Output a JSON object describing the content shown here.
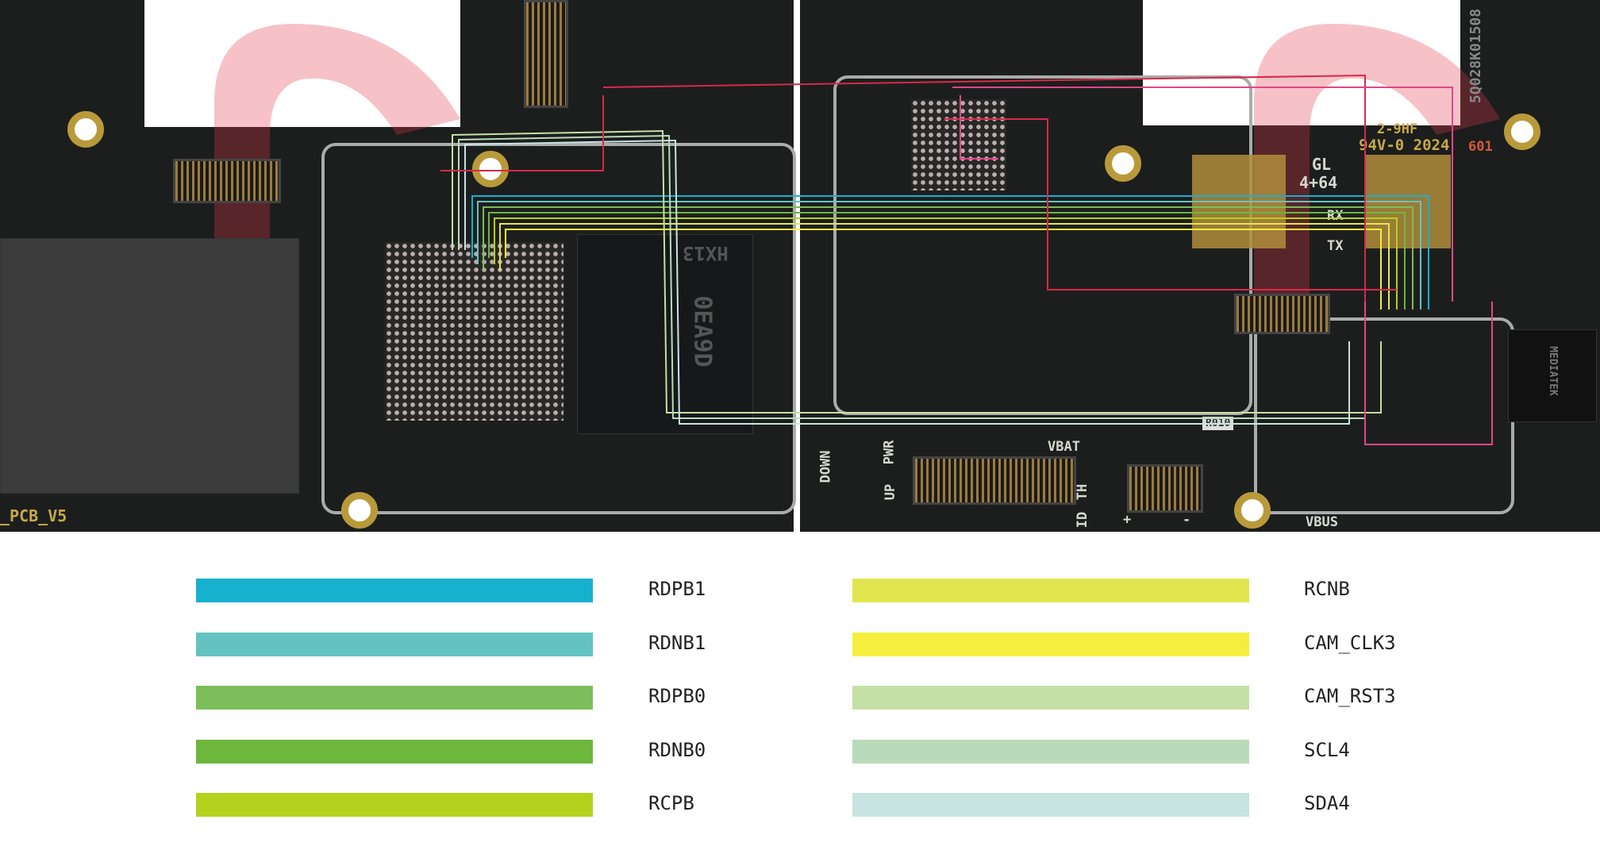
{
  "legend": [
    {
      "label": "RDPB1",
      "color": "#17b1d0"
    },
    {
      "label": "RDNB1",
      "color": "#64c3c2"
    },
    {
      "label": "RDPB0",
      "color": "#7bbe5a"
    },
    {
      "label": "RDNB0",
      "color": "#6db73d"
    },
    {
      "label": "RCPB",
      "color": "#b3d11d"
    },
    {
      "label": "RCNB",
      "color": "#e2e64e"
    },
    {
      "label": "CAM_CLK3",
      "color": "#f6ee3e"
    },
    {
      "label": "CAM_RST3",
      "color": "#c5e0a4"
    },
    {
      "label": "SCL4",
      "color": "#badbba"
    },
    {
      "label": "SDA4",
      "color": "#c8e4e1"
    }
  ],
  "board_labels": {
    "pcb": "_PCB_V5",
    "ufs": "HX13",
    "ufs2": "0EA9D",
    "gl": "GL",
    "mem": "4+64",
    "rx": "RX",
    "tx": "TX",
    "vbat": "VBAT",
    "down": "DOWN",
    "pwr": "PWR",
    "up": "UP",
    "id": "ID",
    "th": "TH",
    "vbus": "VBUS",
    "plus": "+",
    "minus": "-",
    "ul": "94V-0 2024",
    "code": "601",
    "serial": "5Q028K01508",
    "mediatek": "MEDIATEK",
    "r010": "R010",
    "hf": "2-9HF"
  },
  "power_color": "#d8294a",
  "power_color2": "#e0468a"
}
